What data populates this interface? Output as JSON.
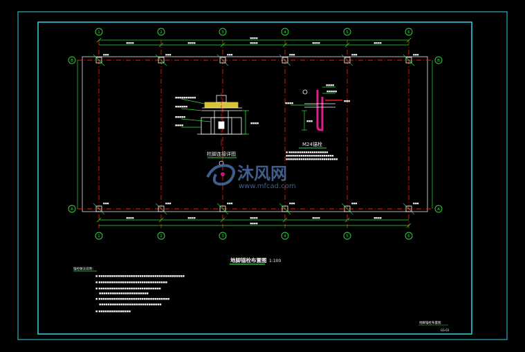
{
  "colors": {
    "background": "#000000",
    "frame": "#33d6e6",
    "grid_line": "#e02020",
    "dim_line": "#30e040",
    "text": "#f2f2f2",
    "detail": "#ffffff",
    "accent_pink": "#e0208a",
    "accent_red": "#e02020",
    "watermark": "#4a6fa5"
  },
  "drawing": {
    "column_axes": [
      "1",
      "2",
      "3",
      "4",
      "5",
      "6"
    ],
    "row_axes": [
      "A",
      "B"
    ],
    "plan_title": "地脚锚栓布置图",
    "plan_scale": "1:100",
    "detail_left_title": "柱脚连接详图",
    "detail_right_title": "M24锚栓",
    "watermark_text": "沐风网",
    "watermark_url": "www.mfcad.com",
    "notes_title": "锚栓做法说明：",
    "title_block_name": "地脚锚栓布置图",
    "title_block_number": "GS-03"
  }
}
